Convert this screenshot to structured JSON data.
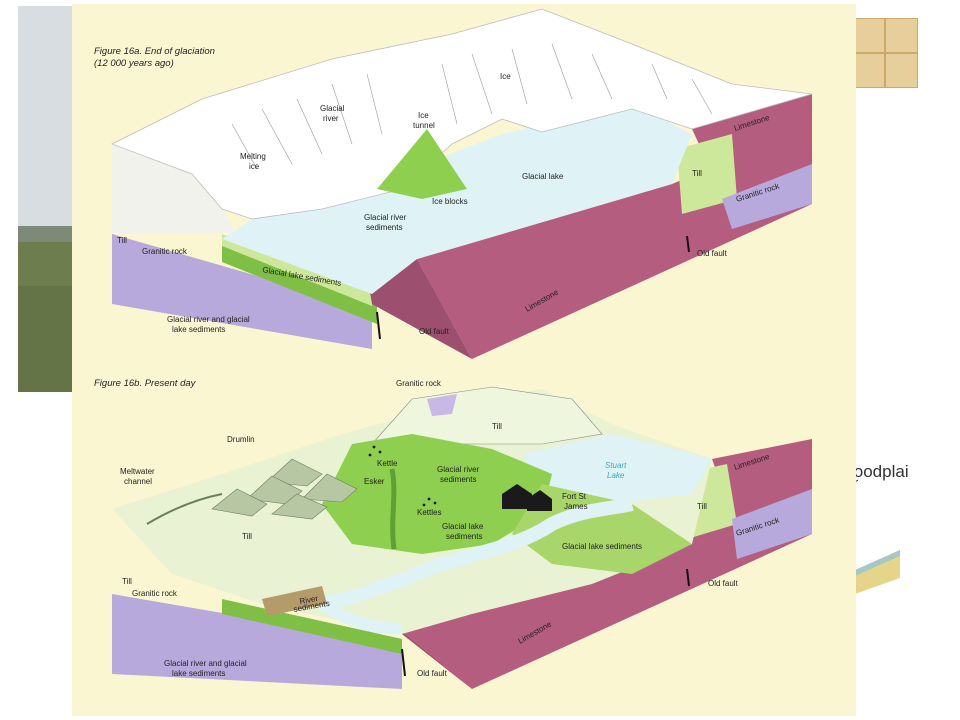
{
  "figure_a": {
    "title_line1": "Figure 16a. End of glaciation",
    "title_line2": "(12 000 years ago)",
    "labels": {
      "ice": "Ice",
      "glacial_river_1": "Glacial",
      "glacial_river_2": "river",
      "ice_tunnel_1": "Ice",
      "ice_tunnel_2": "tunnel",
      "melting_ice_1": "Melting",
      "melting_ice_2": "ice",
      "glacial_lake": "Glacial lake",
      "ice_blocks": "Ice blocks",
      "glacial_river_sediments_1": "Glacial river",
      "glacial_river_sediments_2": "sediments",
      "limestone_top": "Limestone",
      "till_right": "Till",
      "granitic_rock_right": "Granitic rock",
      "old_fault_right": "Old fault",
      "till_left": "Till",
      "granitic_rock_left": "Granitic rock",
      "glacial_lake_sediments": "Glacial lake sediments",
      "limestone_front": "Limestone",
      "river_lake_sediments_1": "Glacial river and glacial",
      "river_lake_sediments_2": "lake sediments",
      "old_fault_front": "Old fault"
    }
  },
  "figure_b": {
    "title": "Figure 16b. Present day",
    "labels": {
      "granitic_rock_top": "Granitic rock",
      "till_top": "Till",
      "drumlin": "Drumlin",
      "kettle": "Kettle",
      "esker": "Esker",
      "glacial_river_sediments_1": "Glacial river",
      "glacial_river_sediments_2": "sediments",
      "stuart_lake_1": "Stuart",
      "stuart_lake_2": "Lake",
      "meltwater_1": "Meltwater",
      "meltwater_2": "channel",
      "kettles": "Kettles",
      "fort_1": "Fort St",
      "fort_2": "James",
      "glacial_lake_sediments_1": "Glacial lake",
      "glacial_lake_sediments_2": "sediments",
      "limestone_top": "Limestone",
      "till_right": "Till",
      "granitic_rock_right": "Granitic rock",
      "glacial_lake_sediments_right": "Glacial lake sediments",
      "till_mid": "Till",
      "till_left": "Till",
      "granitic_rock_left": "Granitic rock",
      "river_sediments_1": "River",
      "river_sediments_2": "sediments",
      "old_fault_right": "Old fault",
      "limestone_front": "Limestone",
      "river_lake_sediments_1": "Glacial river and glacial",
      "river_lake_sediments_2": "lake sediments",
      "old_fault_front": "Old fault"
    }
  },
  "background": {
    "floodplain_text": "loodplai"
  }
}
